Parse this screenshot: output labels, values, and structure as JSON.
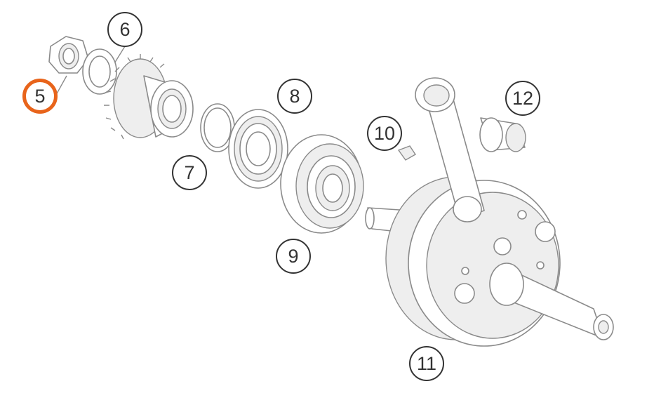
{
  "callouts": [
    {
      "id": "5",
      "label": "5",
      "active": true,
      "part": "hex-nut"
    },
    {
      "id": "6",
      "label": "6",
      "active": false,
      "part": "drive-gear"
    },
    {
      "id": "7",
      "label": "7",
      "active": false,
      "part": "o-ring"
    },
    {
      "id": "8",
      "label": "8",
      "active": false,
      "part": "shaft-seal"
    },
    {
      "id": "9",
      "label": "9",
      "active": false,
      "part": "ball-bearing"
    },
    {
      "id": "10",
      "label": "10",
      "active": false,
      "part": "woodruff-key"
    },
    {
      "id": "11",
      "label": "11",
      "active": false,
      "part": "crankshaft"
    },
    {
      "id": "12",
      "label": "12",
      "active": false,
      "part": "needle-bearing-bushing"
    }
  ],
  "colors": {
    "active_ring": "#e8641b",
    "callout_border": "#333333",
    "line_art": "#8a8a8a"
  }
}
